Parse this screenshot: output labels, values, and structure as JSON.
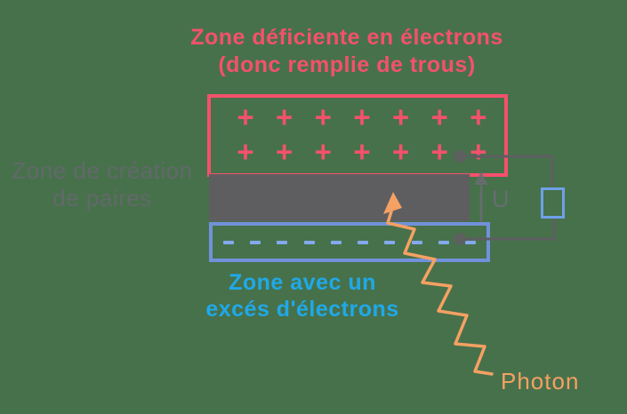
{
  "background_color": "#47714B",
  "title": {
    "line1": "Zone déficiente en électrons",
    "line2": "(donc remplie de trous)",
    "color": "#F4516B"
  },
  "left_label": {
    "line1": "Zone de création",
    "line2": "de paires",
    "color": "#68686F"
  },
  "zones": {
    "p_zone": {
      "description": "zone deficiente en electrons (trous)",
      "symbol": "+",
      "rows": 2,
      "cols": 7,
      "border_color": "#F4516B",
      "symbol_color": "#F4516B"
    },
    "depletion_zone": {
      "description": "zone de creation de paires",
      "fill_color": "#5E5E60"
    },
    "n_zone": {
      "description": "zone avec un exces d'electrons",
      "symbol": "-",
      "count": 10,
      "border_color": "#7191DA",
      "symbol_color": "#84A9EE"
    }
  },
  "bottom_label": {
    "line1": "Zone avec un",
    "line2": "excés d'électrons",
    "color": "#1FA9E8"
  },
  "circuit": {
    "voltage_label": "U",
    "wire_color": "#5E5E62",
    "terminal_color": "#5E5E62",
    "load_border_color": "#6FA0E8"
  },
  "photon": {
    "label": "Photon",
    "color": "#F5A163"
  }
}
